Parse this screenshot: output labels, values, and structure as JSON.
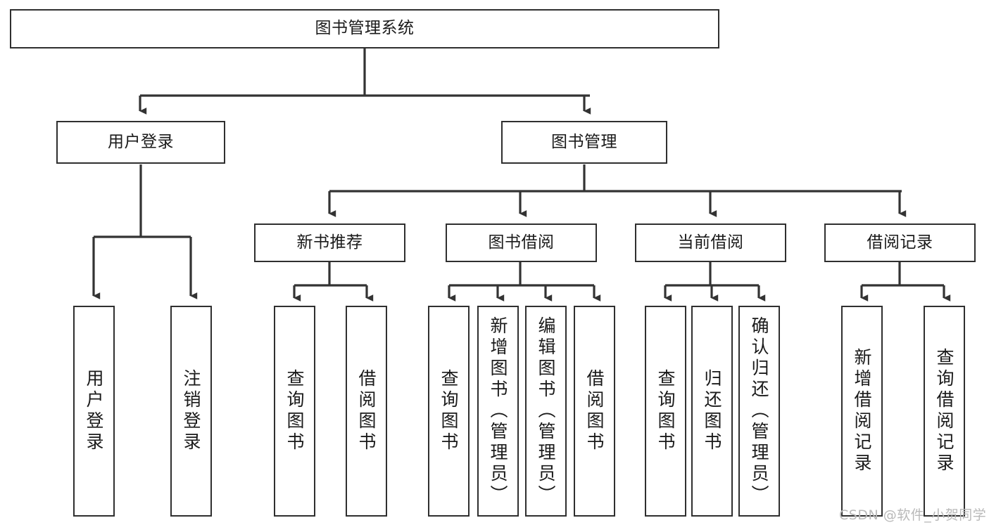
{
  "diagram": {
    "title": "图书管理系统",
    "type": "tree",
    "orientation": "top-down",
    "root": {
      "id": "root",
      "label": "图书管理系统",
      "text_direction": "horizontal"
    },
    "level2": [
      {
        "id": "user-login",
        "label": "用户登录",
        "text_direction": "horizontal"
      },
      {
        "id": "book-management",
        "label": "图书管理",
        "text_direction": "horizontal"
      }
    ],
    "level3": [
      {
        "id": "new-book-recommend",
        "label": "新书推荐",
        "parent": "book-management",
        "text_direction": "horizontal"
      },
      {
        "id": "book-borrow",
        "label": "图书借阅",
        "parent": "book-management",
        "text_direction": "horizontal"
      },
      {
        "id": "current-borrow",
        "label": "当前借阅",
        "parent": "book-management",
        "text_direction": "horizontal"
      },
      {
        "id": "borrow-record",
        "label": "借阅记录",
        "parent": "book-management",
        "text_direction": "horizontal"
      }
    ],
    "leaves": [
      {
        "id": "leaf-user-login",
        "label": "用户登录",
        "parent": "user-login",
        "text_direction": "vertical"
      },
      {
        "id": "leaf-user-logout",
        "label": "注销登录",
        "parent": "user-login",
        "text_direction": "vertical"
      },
      {
        "id": "leaf-query-book-1",
        "label": "查询图书",
        "parent": "new-book-recommend",
        "text_direction": "vertical"
      },
      {
        "id": "leaf-borrow-book-1",
        "label": "借阅图书",
        "parent": "new-book-recommend",
        "text_direction": "vertical"
      },
      {
        "id": "leaf-query-book-2",
        "label": "查询图书",
        "parent": "book-borrow",
        "text_direction": "vertical"
      },
      {
        "id": "leaf-add-book",
        "label": "新增图书（管理员）",
        "parent": "book-borrow",
        "text_direction": "vertical"
      },
      {
        "id": "leaf-edit-book",
        "label": "编辑图书（管理员）",
        "parent": "book-borrow",
        "text_direction": "vertical"
      },
      {
        "id": "leaf-borrow-book-2",
        "label": "借阅图书",
        "parent": "book-borrow",
        "text_direction": "vertical"
      },
      {
        "id": "leaf-query-book-3",
        "label": "查询图书",
        "parent": "current-borrow",
        "text_direction": "vertical"
      },
      {
        "id": "leaf-return-book",
        "label": "归还图书",
        "parent": "current-borrow",
        "text_direction": "vertical"
      },
      {
        "id": "leaf-confirm-return",
        "label": "确认归还（管理员）",
        "parent": "current-borrow",
        "text_direction": "vertical"
      },
      {
        "id": "leaf-add-record",
        "label": "新增借阅记录",
        "parent": "borrow-record",
        "text_direction": "vertical"
      },
      {
        "id": "leaf-query-record",
        "label": "查询借阅记录",
        "parent": "borrow-record",
        "text_direction": "vertical"
      }
    ],
    "colors": {
      "background": "#ffffff",
      "box_border": "#2f2f2f",
      "box_fill": "#ffffff",
      "connector": "#333333",
      "text": "#1a1a1a",
      "watermark": "#b9b9b9"
    }
  },
  "watermark": {
    "text": "CSDN @软件_小贺同学"
  }
}
